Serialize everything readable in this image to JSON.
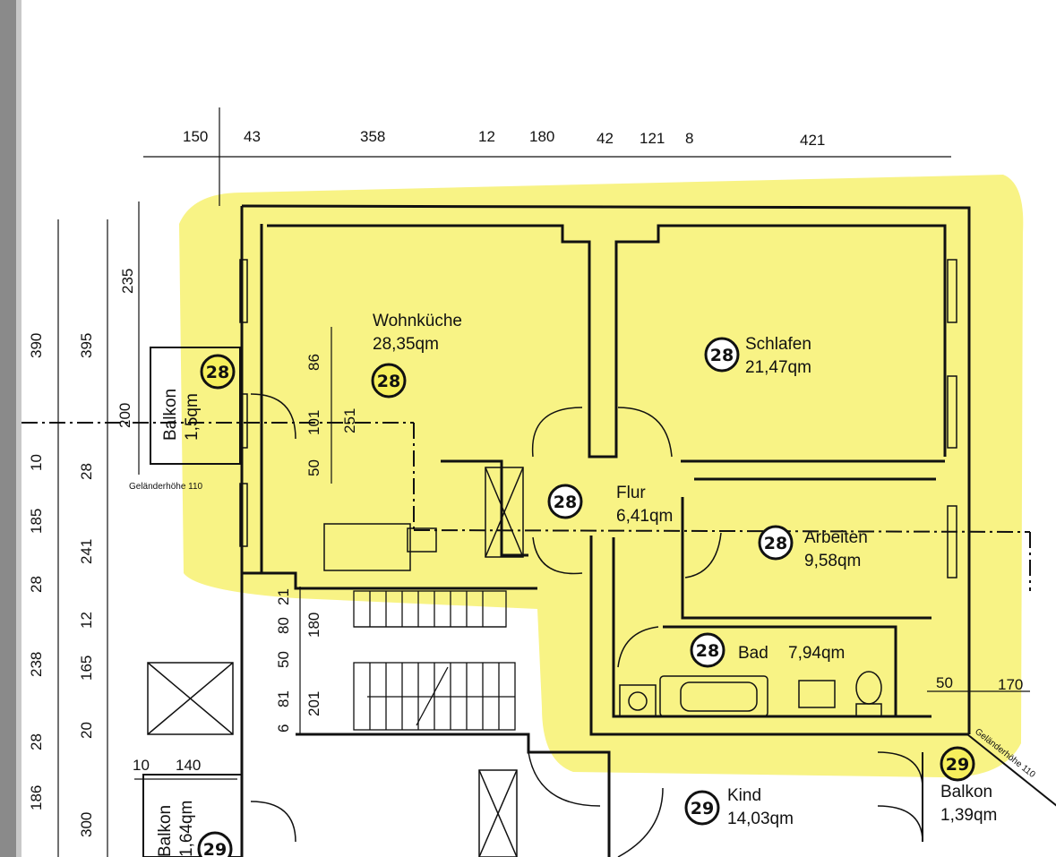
{
  "colors": {
    "highlight": "#f6ef5c",
    "ink": "#111111",
    "paper": "#ffffff",
    "scan_edge": "#8a8a8a"
  },
  "top_dimensions": [
    "150",
    "43",
    "358",
    "12",
    "180",
    "42",
    "121",
    "8",
    "421"
  ],
  "left_dimensions": {
    "outer": [
      "390",
      "10",
      "185",
      "28",
      "238",
      "28",
      "186"
    ],
    "middle": [
      "395",
      "28",
      "241",
      "12",
      "165",
      "20",
      "300"
    ],
    "inner": [
      "235",
      "200"
    ],
    "window": [
      "86",
      "101",
      "50",
      "251"
    ],
    "stair": [
      "21",
      "80",
      "50",
      "81",
      "6",
      "180",
      "201"
    ],
    "balcony_bottom": [
      "10",
      "140"
    ],
    "right": [
      "50",
      "170"
    ]
  },
  "notes": {
    "railing_left": "Geländerhöhe 110",
    "railing_right": "Geländerhöhe 110"
  },
  "badges": [
    "28",
    "28",
    "28",
    "28",
    "28",
    "28",
    "29",
    "29",
    "29"
  ],
  "rooms": {
    "wohnkueche": {
      "name": "Wohnküche",
      "area": "28,35qm"
    },
    "schlafen": {
      "name": "Schlafen",
      "area": "21,47qm"
    },
    "balkon_left": {
      "name": "Balkon",
      "area": "1,5qm"
    },
    "flur": {
      "name": "Flur",
      "area": "6,41qm"
    },
    "arbeiten": {
      "name": "Arbeiten",
      "area": "9,58qm"
    },
    "bad": {
      "name": "Bad",
      "area": "7,94qm"
    },
    "kind": {
      "name": "Kind",
      "area": "14,03qm"
    },
    "balkon_right": {
      "name": "Balkon",
      "area": "1,39qm"
    },
    "balkon_lower": {
      "name": "Balkon",
      "area": "1,64qm"
    }
  }
}
